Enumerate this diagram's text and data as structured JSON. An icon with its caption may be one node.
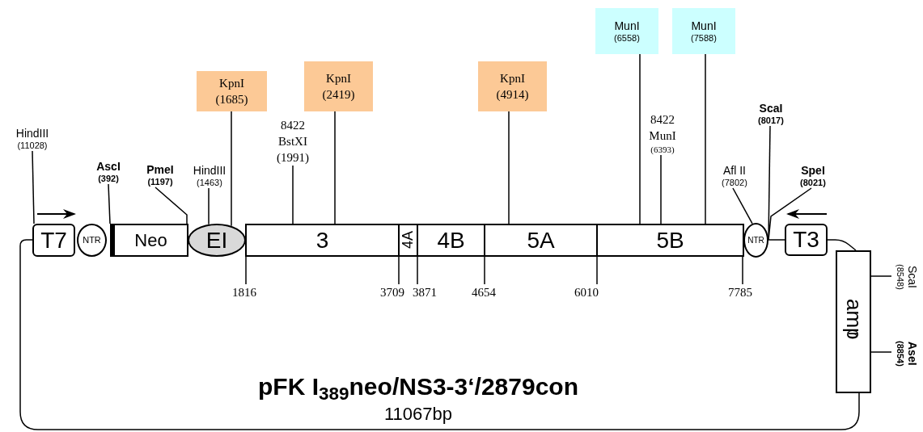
{
  "diagram": {
    "title": "pFK I$_{389}$neo/NS3-3‘/2879con",
    "caption": "11067bp",
    "nodes": [
      {
        "text": [
          "T7"
        ]
      },
      {
        "text": [
          "NTR"
        ]
      },
      {
        "text": [
          "Neo"
        ]
      },
      {
        "text": [
          "EI"
        ]
      },
      {
        "text": [
          "3"
        ]
      },
      {
        "text": [
          "4A"
        ]
      },
      {
        "text": [
          "4B"
        ]
      },
      {
        "text": [
          "5A"
        ]
      },
      {
        "text": [
          "5B"
        ]
      },
      {
        "text": [
          "NTR"
        ]
      },
      {
        "text": [
          "T3"
        ]
      },
      {
        "text": [
          "amp$^{r}$"
        ]
      },
      {
        "text": [
          "HindIII",
          "(11028)"
        ]
      },
      {
        "text": [
          "AscI",
          "(392)"
        ]
      },
      {
        "text": [
          "PmeI",
          "(1197)"
        ]
      },
      {
        "text": [
          "HindIII",
          "(1463)"
        ]
      },
      {
        "text": [
          "KpnI",
          "(1685)"
        ]
      },
      {
        "text": [
          "8422",
          "BstXI",
          "(1991)"
        ]
      },
      {
        "text": [
          "KpnI",
          "(2419)"
        ]
      },
      {
        "text": [
          "KpnI",
          "(4914)"
        ]
      },
      {
        "text": [
          "MunI",
          "(6558)"
        ]
      },
      {
        "text": [
          "8422",
          "MunI",
          "(6393)"
        ]
      },
      {
        "text": [
          "MunI",
          "(7588)"
        ]
      },
      {
        "text": [
          "Afl II",
          "(7802)"
        ]
      },
      {
        "text": [
          "ScaI",
          "(8017)"
        ]
      },
      {
        "text": [
          "SpeI",
          "(8021)"
        ]
      },
      {
        "text": [
          "ScaI",
          "(8548)"
        ]
      },
      {
        "text": [
          "AseI",
          "(8854)"
        ]
      },
      {
        "text": [
          "1816"
        ]
      },
      {
        "text": [
          "3709"
        ]
      },
      {
        "text": [
          "3871"
        ]
      },
      {
        "text": [
          "4654"
        ]
      },
      {
        "text": [
          "6010"
        ]
      },
      {
        "text": [
          "7785"
        ]
      }
    ],
    "edges": [
      {
        "from": 12,
        "to": 0,
        "arrow": "none"
      },
      {
        "from": 13,
        "to": 2,
        "arrow": "none"
      },
      {
        "from": 14,
        "to": 2,
        "arrow": "none"
      },
      {
        "from": 15,
        "to": 3,
        "arrow": "none"
      },
      {
        "from": 16,
        "to": 3,
        "arrow": "none"
      },
      {
        "from": 17,
        "to": 4,
        "arrow": "none"
      },
      {
        "from": 18,
        "to": 4,
        "arrow": "none"
      },
      {
        "from": 19,
        "to": 7,
        "arrow": "none"
      },
      {
        "from": 20,
        "to": 8,
        "arrow": "none"
      },
      {
        "from": 21,
        "to": 8,
        "arrow": "none"
      },
      {
        "from": 22,
        "to": 8,
        "arrow": "none"
      },
      {
        "from": 23,
        "to": 9,
        "arrow": "none"
      },
      {
        "from": 24,
        "to": 9,
        "arrow": "none"
      },
      {
        "from": 25,
        "to": 9,
        "arrow": "none"
      },
      {
        "from": 26,
        "to": 11,
        "arrow": "none"
      },
      {
        "from": 27,
        "to": 11,
        "arrow": "none"
      },
      {
        "from": 9,
        "to": 10,
        "arrow": "none"
      },
      {
        "from": 10,
        "to": 11,
        "arrow": "none"
      },
      {
        "from": 0,
        "to": 11,
        "arrow": "none"
      },
      {
        "from": 4,
        "to": 28,
        "arrow": "none"
      },
      {
        "from": 5,
        "to": 29,
        "arrow": "none"
      },
      {
        "from": 6,
        "to": 30,
        "arrow": "none"
      },
      {
        "from": 7,
        "to": 31,
        "arrow": "none"
      },
      {
        "from": 8,
        "to": 32,
        "arrow": "none"
      },
      {
        "from": 8,
        "to": 33,
        "arrow": "none"
      }
    ]
  }
}
